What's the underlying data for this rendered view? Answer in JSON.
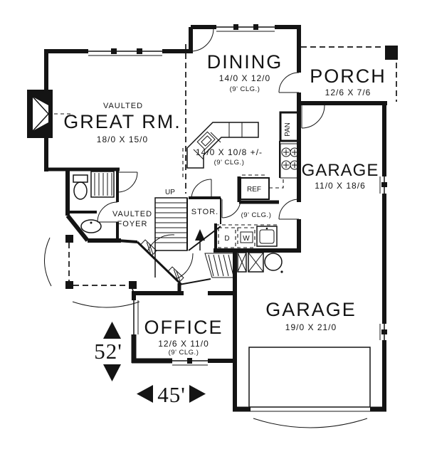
{
  "colors": {
    "ink": "#141414",
    "background": "#ffffff"
  },
  "rooms": {
    "dining": {
      "name": "DINING",
      "dims": "14/0 X 12/0",
      "ceiling": "(9' CLG.)"
    },
    "porch": {
      "name": "PORCH",
      "dims": "12/6 X 7/6"
    },
    "great_rm": {
      "prefix": "VAULTED",
      "name": "GREAT RM.",
      "dims": "18/0 X 15/0"
    },
    "kitchen": {
      "dims": "14/0 X 10/8 +/-",
      "ceiling": "(9' CLG.)"
    },
    "garage_side": {
      "name": "GARAGE",
      "dims": "11/0 X 18/6"
    },
    "garage_main": {
      "name": "GARAGE",
      "dims": "19/0 X 21/0"
    },
    "office": {
      "name": "OFFICE",
      "dims": "12/6 X 11/0",
      "ceiling": "(9' CLG.)"
    },
    "foyer": {
      "line1": "VAULTED",
      "line2": "FOYER"
    },
    "hall": {
      "ceiling": "(9' CLG.)"
    },
    "storage": {
      "name": "STOR."
    }
  },
  "fixtures": {
    "stairs_up": "UP",
    "pantry": "PAN",
    "refrigerator": "REF",
    "dryer": "D",
    "washer": "W"
  },
  "dimensions": {
    "depth": "52'",
    "width": "45'"
  }
}
